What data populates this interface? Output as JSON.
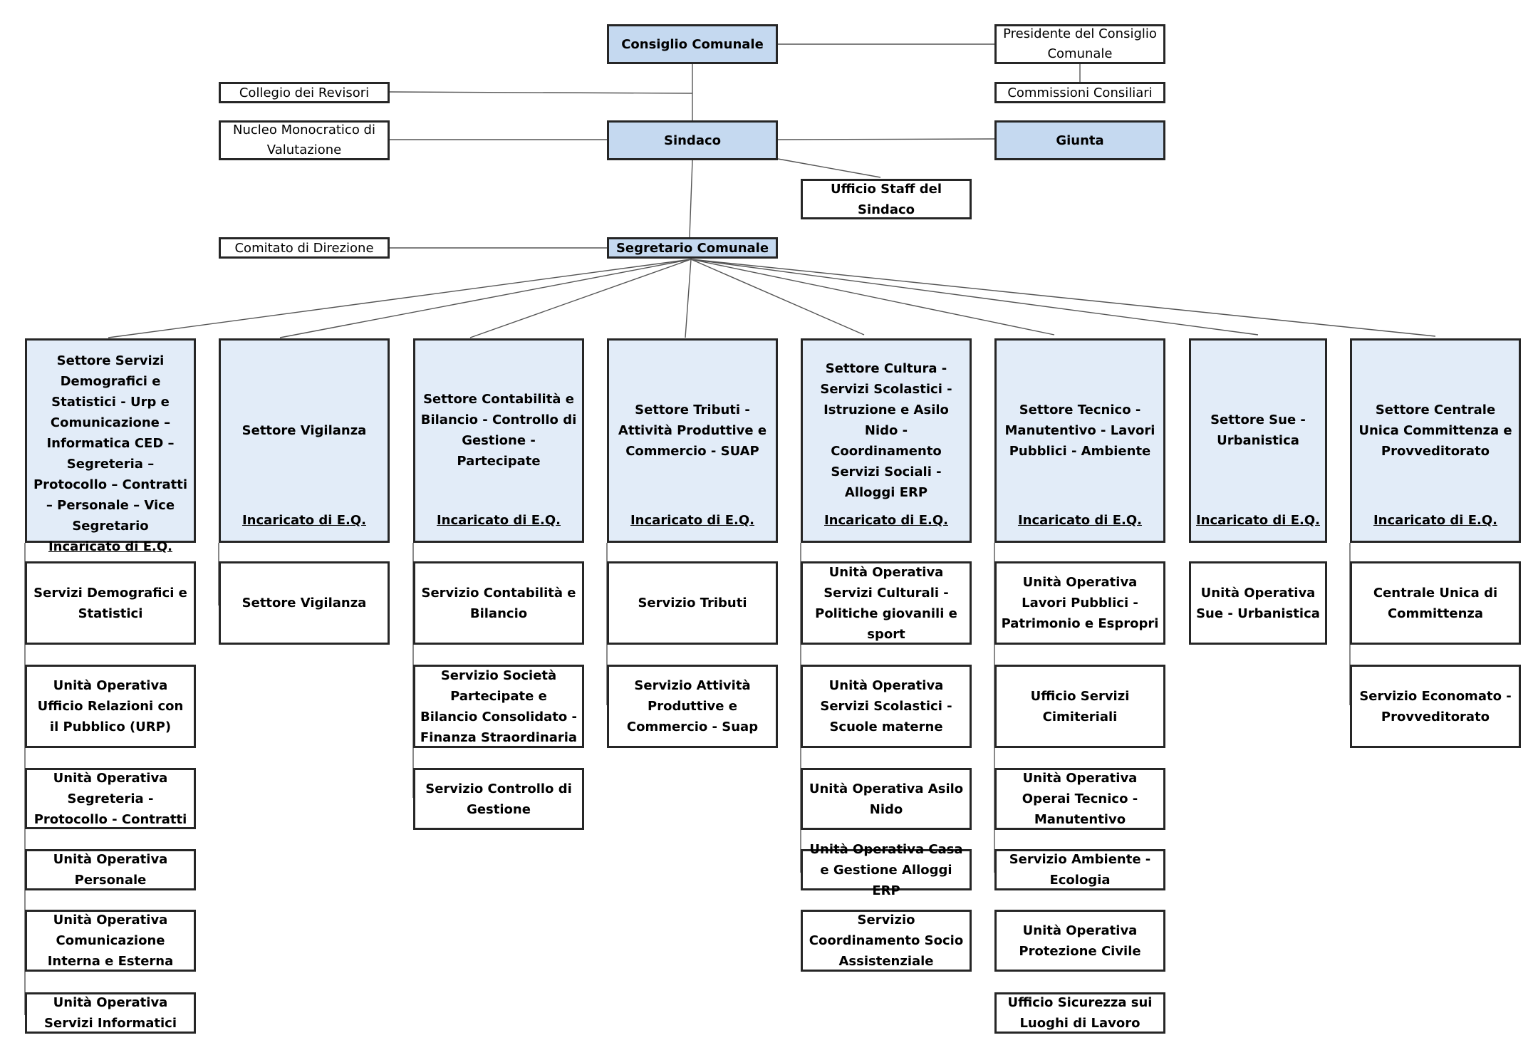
{
  "top": {
    "consiglio": "Consiglio Comunale",
    "presidente": "Presidente del Consiglio Comunale",
    "commissioni": "Commissioni Consiliari",
    "collegio": "Collegio dei Revisori",
    "nucleo": "Nucleo Monocratico di Valutazione",
    "sindaco": "Sindaco",
    "giunta": "Giunta",
    "staff": "Ufficio Staff del Sindaco",
    "comitato": "Comitato di Direzione",
    "segretario": "Segretario Comunale"
  },
  "sectors": [
    {
      "title": "Settore Servizi Demografici e Statistici - Urp e Comunicazione – Informatica CED – Segreteria – Protocollo – Contratti – Personale – Vice Segretario",
      "eq": "Incaricato di E.Q.",
      "units": [
        "Servizi Demografici  e Statistici",
        "Unità Operativa Ufficio Relazioni con il Pubblico (URP)",
        "Unità Operativa Segreteria - Protocollo - Contratti",
        "Unità Operativa Personale",
        "Unità Operativa Comunicazione Interna e Esterna",
        "Unità Operativa Servizi Informatici"
      ]
    },
    {
      "title": "Settore Vigilanza",
      "eq": "Incaricato di E.Q.",
      "units": [
        "Settore Vigilanza"
      ]
    },
    {
      "title": "Settore Contabilità e Bilancio - Controllo di Gestione - Partecipate",
      "eq": "Incaricato di E.Q.",
      "units": [
        "Servizio Contabilità e Bilancio",
        "Servizio Società Partecipate e Bilancio Consolidato - Finanza Straordinaria",
        "Servizio Controllo di Gestione"
      ]
    },
    {
      "title": "Settore Tributi - Attività Produttive e Commercio - SUAP",
      "eq": "Incaricato di E.Q.",
      "units": [
        "Servizio Tributi",
        "Servizio Attività Produttive e Commercio - Suap"
      ]
    },
    {
      "title": "Settore Cultura - Servizi Scolastici - Istruzione e Asilo Nido - Coordinamento Servizi Sociali - Alloggi ERP",
      "eq": "Incaricato di E.Q.",
      "units": [
        "Unità Operativa Servizi Culturali - Politiche giovanili e sport",
        "Unità Operativa Servizi Scolastici - Scuole materne",
        "Unità Operativa Asilo Nido",
        "Unità Operativa Casa e Gestione Alloggi ERP",
        "Servizio  Coordinamento Socio Assistenziale"
      ]
    },
    {
      "title": "Settore Tecnico - Manutentivo - Lavori Pubblici - Ambiente",
      "eq": "Incaricato di E.Q.",
      "units": [
        "Unità Operativa Lavori Pubblici - Patrimonio e Espropri",
        "Ufficio Servizi Cimiteriali",
        "Unità Operativa Operai Tecnico - Manutentivo",
        "Servizio Ambiente - Ecologia",
        "Unità Operativa Protezione Civile",
        "Ufficio Sicurezza sui Luoghi di Lavoro"
      ]
    },
    {
      "title": "Settore Sue - Urbanistica",
      "eq": "Incaricato di E.Q.",
      "units": [
        "Unità Operativa Sue - Urbanistica"
      ]
    },
    {
      "title": "Settore Centrale Unica Committenza e Provveditorato",
      "eq": "Incaricato di E.Q.",
      "units": [
        "Centrale Unica di Committenza",
        "Servizio Economato - Provveditorato"
      ]
    }
  ]
}
